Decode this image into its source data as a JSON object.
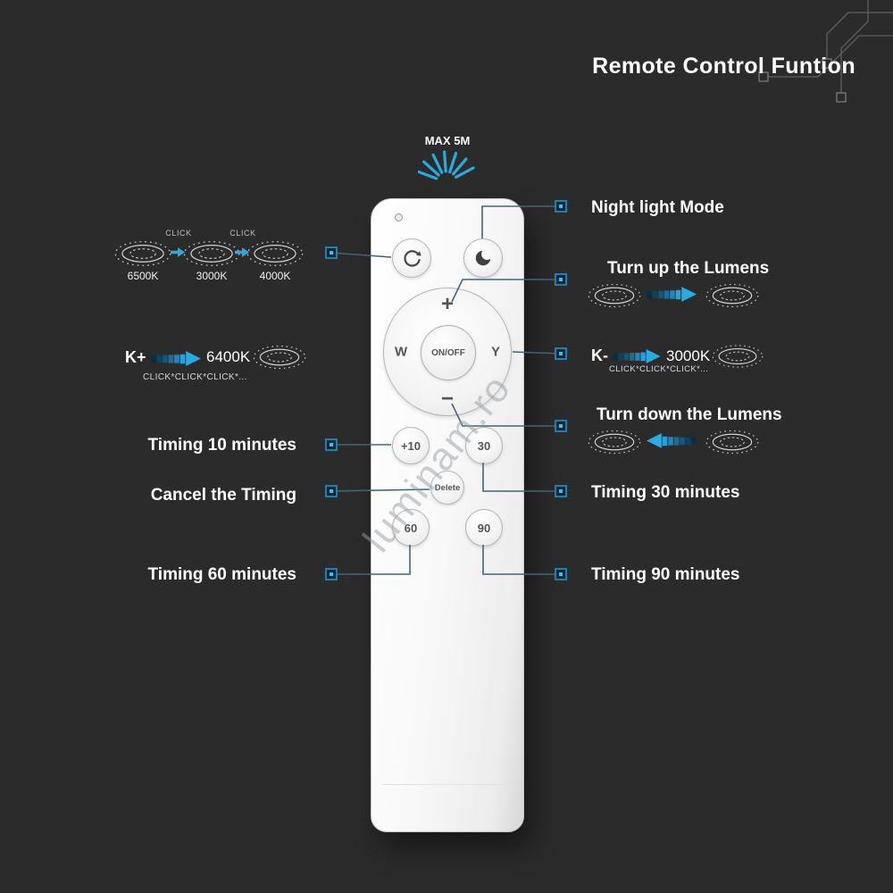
{
  "colors": {
    "background": "#2b2b2b",
    "accent_blue": "#29abe2",
    "remote_body": "#f5f5f5"
  },
  "title": "Remote Control Funtion",
  "watermark": "luminam.ro",
  "icons": {
    "signal": "wifi-rays-icon",
    "color_cycle": "cycle-arrows-icon",
    "night": "crescent-moon-icon",
    "lamp": "ceiling-light-icon",
    "arrow": "blue-gradient-arrow-icon"
  },
  "remote": {
    "range_label": "MAX 5M",
    "buttons": {
      "brightness_up": "+",
      "brightness_down": "−",
      "w": "W",
      "y": "Y",
      "power": "ON/OFF",
      "timer_plus10": "+10",
      "timer_30": "30",
      "delete": "Delete",
      "timer_60": "60",
      "timer_90": "90"
    }
  },
  "left_panel": {
    "kelvin_sequence": {
      "click_label": "CLICK",
      "items": [
        {
          "label": "6500K"
        },
        {
          "label": "3000K"
        },
        {
          "label": "4000K"
        }
      ]
    },
    "k_plus": {
      "label": "K+",
      "value": "6400K",
      "click_text": "CLICK*CLICK*CLICK*..."
    },
    "timing_10": "Timing 10 minutes",
    "cancel_timing": "Cancel the Timing",
    "timing_60": "Timing 60 minutes"
  },
  "right_panel": {
    "night_mode": "Night light Mode",
    "lumens_up": "Turn up the Lumens",
    "k_minus": {
      "label": "K-",
      "value": "3000K",
      "click_text": "CLICK*CLICK*CLICK*..."
    },
    "lumens_down": "Turn down the Lumens",
    "timing_30": "Timing 30 minutes",
    "timing_90": "Timing 90 minutes"
  }
}
